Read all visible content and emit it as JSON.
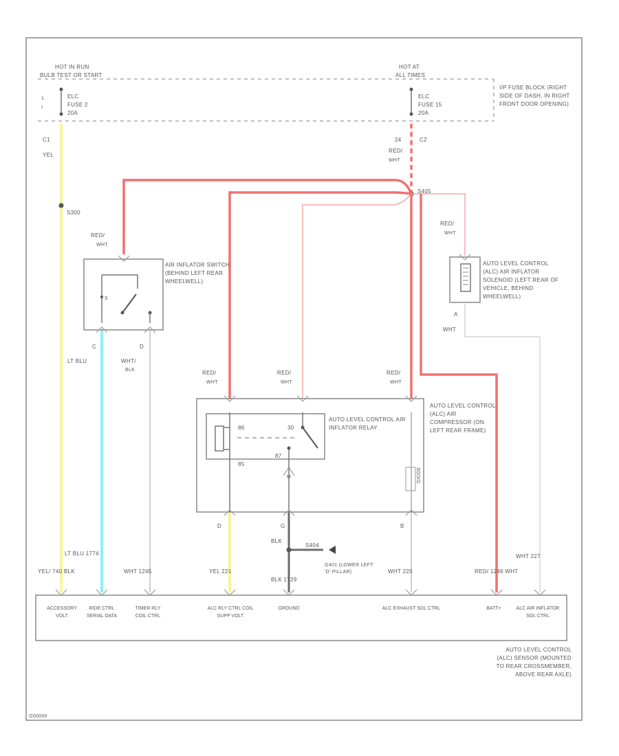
{
  "labels": {
    "hot_in_run": "HOT IN RUN",
    "bulb_test": "BULB TEST OR START",
    "hot_at_all_times": "HOT AT",
    "all_times": "ALL TIMES",
    "fuse2_circuit": "ELC",
    "fuse2_name": "FUSE 2",
    "fuse2_rating": "20A",
    "fuse15_circuit": "ELC",
    "fuse15_name": "FUSE 15",
    "fuse15_rating": "20A",
    "fuse_block_desc": "I/P FUSE BLOCK (RIGHT SIDE OF DASH, IN RIGHT FRONT DOOR OPENING)",
    "conn_c1": "C1",
    "conn_c2": "C2",
    "conn_24": "24",
    "yel": "YEL",
    "red_wht": "RED/ WHT",
    "splice_s300": "S300",
    "splice_s405": "S405",
    "inflator_switch_desc": "AIR INFLATOR SWITCH (BEHIND LEFT REAR WHEELWELL)",
    "solenoid_desc": "AUTO LEVEL CONTROL (ALC) AIR INFLATOR SOLENOID (LEFT REAR OF VEHICLE, BEHIND WHEELWELL)",
    "pin_c": "C",
    "pin_d": "D",
    "pin_a": "A",
    "lt_blu": "LT BLU",
    "wht_blk": "WHT/ BLK",
    "wht": "WHT",
    "relay_desc": "AUTO LEVEL CONTROL AIR INFLATOR RELAY",
    "compressor_desc": "AUTO LEVEL CONTROL (ALC) AIR COMPRESSOR (ON LEFT REAR FRAME)",
    "relay_pin_86": "86",
    "relay_pin_30": "30",
    "relay_pin_85": "85",
    "relay_pin_87": "87",
    "diode_label": "DIODE",
    "pin_d2": "D",
    "pin_g": "G",
    "pin_b": "B",
    "blk": "BLK",
    "ground_g401": "G401",
    "ground_desc": "G401 (LOWER LEFT 'D' PILLAR)",
    "splice_s404": "S404",
    "circ_lt_blu": "LT BLU 1774",
    "circ_yel_blk": "YEL/ 740 BLK",
    "circ_wht_1245": "WHT 1245",
    "circ_yel_221": "YEL 221",
    "circ_blk_1729": "BLK 1729",
    "circ_wht_220": "WHT 220",
    "circ_red_1246": "RED/ 1246 WHT",
    "circ_wht_227": "WHT 227",
    "sensor_pin1": "ACCESSORY VOLT",
    "sensor_pin2": "RIDE CTRL SERIAL DATA",
    "sensor_pin3": "TIMER RLY COIL CTRL",
    "sensor_pin4": "ALC RLY CTRL COIL SUPP VOLT",
    "sensor_pin5": "GROUND",
    "sensor_pin6": "ALC EXHAUST SOL CTRL",
    "sensor_pin7": "BATT+",
    "sensor_pin8": "ALC AIR INFLATOR SOL CTRL",
    "sensor_desc": "AUTO LEVEL CONTROL (ALC) SENSOR (MOUNTED TO REAR CROSSMEMBER, ABOVE REAR AXLE)",
    "figure_id": "G00000"
  },
  "colors": {
    "red_wht_wire": "#f07070",
    "yel_wire": "#f6f59a",
    "lt_blu_wire": "#8ef0f0",
    "wht_wire": "#cfcfcf",
    "blk_wire": "#6c6c6c"
  }
}
